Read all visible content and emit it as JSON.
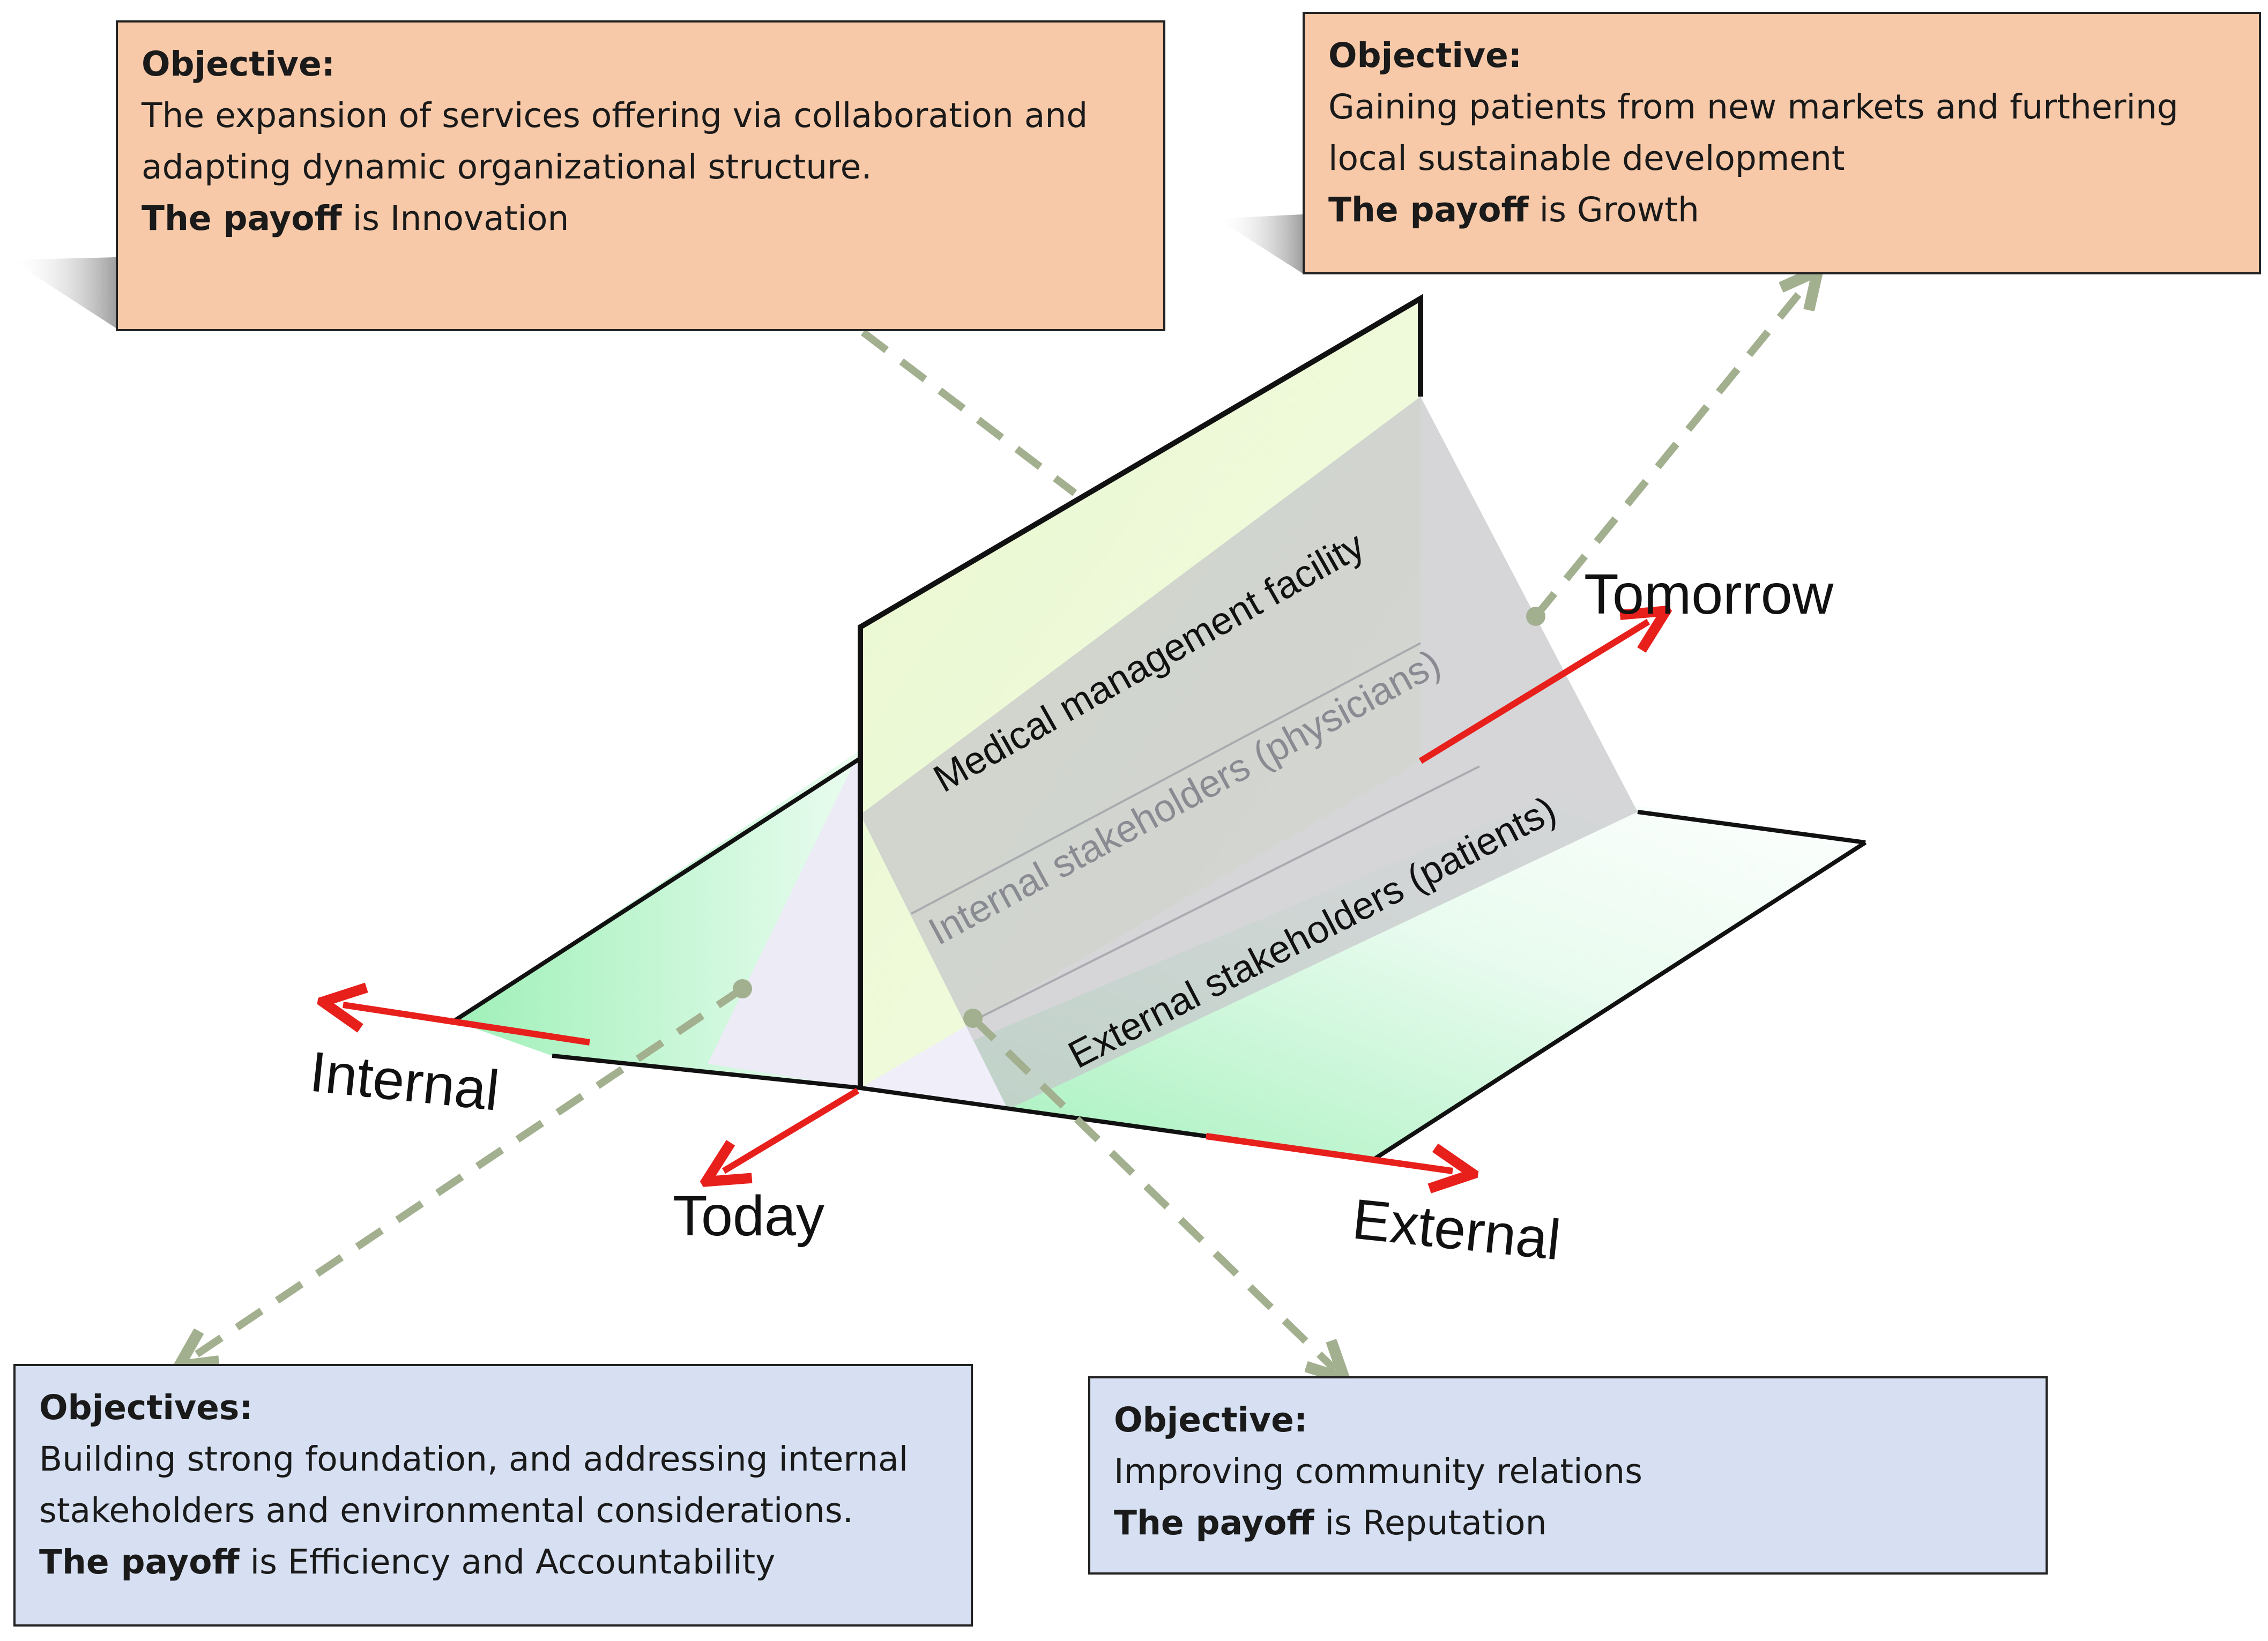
{
  "boxes": {
    "top_left": {
      "heading": "Objective:",
      "lines": [
        "The expansion of services offering via collaboration and",
        "adapting dynamic organizational structure."
      ],
      "payoff_label": "The payoff",
      "payoff_text": " is Innovation"
    },
    "top_right": {
      "heading": "Objective:",
      "lines": [
        "Gaining patients from new markets and furthering",
        "local sustainable development"
      ],
      "payoff_label": "The payoff",
      "payoff_text": " is Growth"
    },
    "bottom_left": {
      "heading": "Objectives:",
      "lines": [
        "Building strong foundation, and addressing internal",
        "stakeholders and environmental considerations."
      ],
      "payoff_label": "The payoff",
      "payoff_text": " is Efficiency and Accountability"
    },
    "bottom_right": {
      "heading": "Objective:",
      "lines": [
        "Improving community relations"
      ],
      "payoff_label": "The payoff",
      "payoff_text": " is Reputation"
    }
  },
  "axes": {
    "internal": "Internal",
    "external": "External",
    "today": "Today",
    "tomorrow": "Tomorrow"
  },
  "planes": {
    "medical": "Medical management facility",
    "internal_stakeholders": "Internal stakeholders (physicians)",
    "external_stakeholders": "External stakeholders (patients)"
  },
  "colors": {
    "orange_box": "#f7c9a8",
    "blue_box": "#d6e0f2",
    "arrow_red": "#e8201c",
    "dashed_green": "#a3b08f",
    "plane_green": "#aef0c4",
    "plane_yellow": "#e6f7c8",
    "plane_gray": "#c8c8cc"
  }
}
